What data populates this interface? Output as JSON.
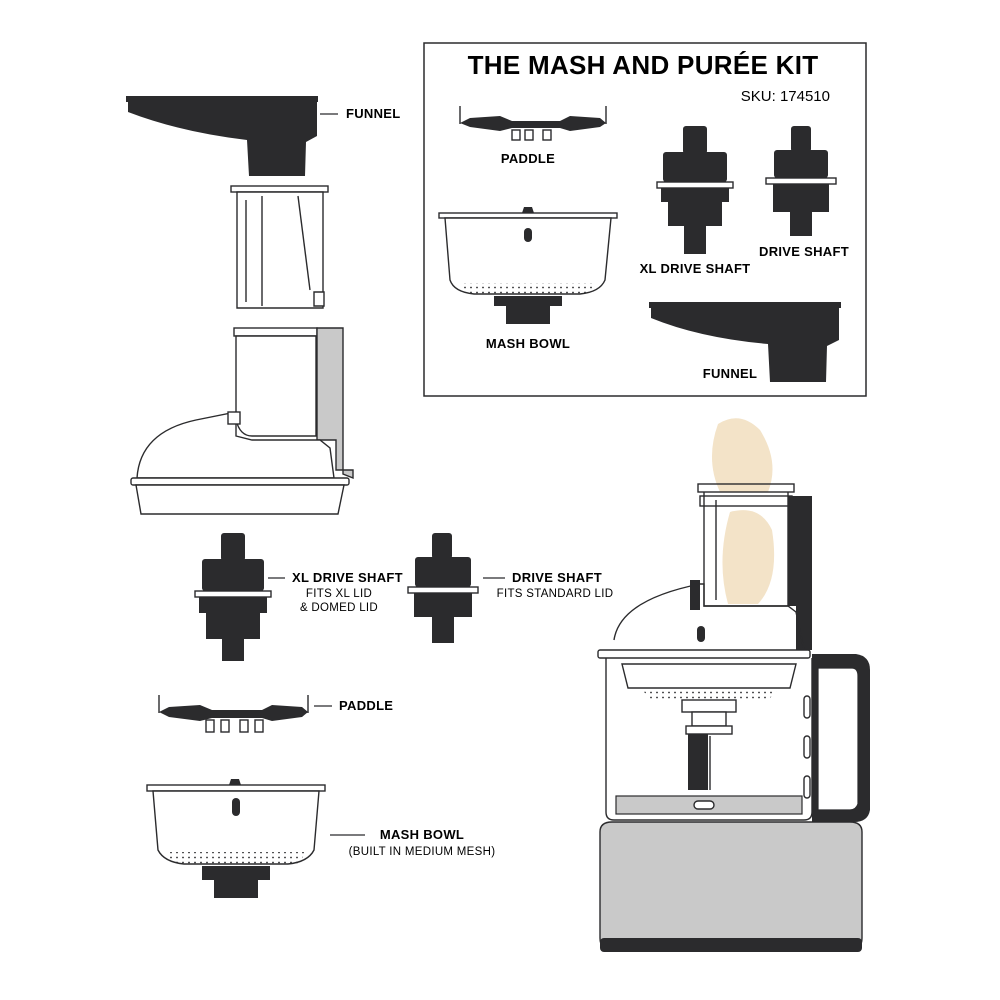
{
  "kit_panel": {
    "title": "THE MASH AND PURÉE KIT",
    "sku": "SKU: 174510",
    "labels": {
      "paddle": "PADDLE",
      "mash_bowl": "MASH BOWL",
      "xl_drive_shaft": "XL DRIVE SHAFT",
      "drive_shaft": "DRIVE SHAFT",
      "funnel": "FUNNEL"
    }
  },
  "callouts": {
    "funnel": "FUNNEL",
    "xl_drive_shaft": {
      "name": "XL DRIVE SHAFT",
      "note_line1": "FITS XL LID",
      "note_line2": "& DOMED LID"
    },
    "drive_shaft": {
      "name": "DRIVE SHAFT",
      "note": "FITS STANDARD LID"
    },
    "paddle": "PADDLE",
    "mash_bowl": {
      "name": "MASH BOWL",
      "note": "(BUILT IN MEDIUM MESH)"
    }
  },
  "colors": {
    "ink": "#2b2b2d",
    "steel": "#c9c9c9",
    "potato": "#f3e3c8"
  }
}
